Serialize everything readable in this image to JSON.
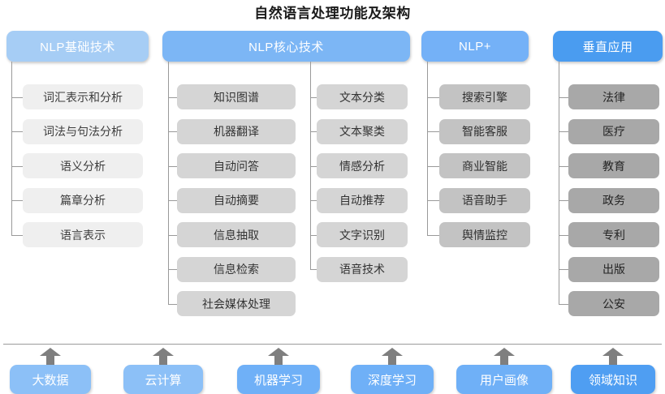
{
  "title": "自然语言处理功能及架构",
  "columns": [
    {
      "id": "nlp-foundation",
      "header": "NLP基础技术",
      "tone": "tone-a",
      "leaf_tone": "g1",
      "items": [
        "词汇表示和分析",
        "词法与句法分析",
        "语义分析",
        "篇章分析",
        "语言表示"
      ]
    },
    {
      "id": "nlp-core-left",
      "header": "NLP核心技术",
      "tone": "tone-b",
      "leaf_tone": "g2",
      "items": [
        "知识图谱",
        "机器翻译",
        "自动问答",
        "自动摘要",
        "信息抽取",
        "信息检索",
        "社会媒体处理"
      ]
    },
    {
      "id": "nlp-core-right",
      "header": "",
      "tone": "tone-b",
      "leaf_tone": "g2",
      "items": [
        "文本分类",
        "文本聚类",
        "情感分析",
        "自动推荐",
        "文字识别",
        "语音技术"
      ]
    },
    {
      "id": "nlp-plus",
      "header": "NLP+",
      "tone": "tone-c",
      "leaf_tone": "g3",
      "items": [
        "搜索引擎",
        "智能客服",
        "商业智能",
        "语音助手",
        "舆情监控"
      ]
    },
    {
      "id": "vertical-application",
      "header": "垂直应用",
      "tone": "tone-d",
      "leaf_tone": "g4",
      "items": [
        "法律",
        "医疗",
        "教育",
        "政务",
        "专利",
        "出版",
        "公安"
      ]
    }
  ],
  "foundation": {
    "items": [
      {
        "label": "大数据",
        "tone": "f-a"
      },
      {
        "label": "云计算",
        "tone": "f-a"
      },
      {
        "label": "机器学习",
        "tone": "f-b"
      },
      {
        "label": "深度学习",
        "tone": "f-b"
      },
      {
        "label": "用户画像",
        "tone": "f-b"
      },
      {
        "label": "领域知识",
        "tone": "f-c"
      }
    ]
  },
  "colors": {
    "title_text": "#1a1a1a",
    "connector": "#9a9a9a",
    "arrow": "#7f7f7f",
    "header_light": "#a6cdf5",
    "header_mid": "#7cb6f5",
    "header_strong": "#4a9cf0",
    "leaf_lightest": "#efefef",
    "leaf_light": "#d5d5d5",
    "leaf_mid": "#c3c3c3",
    "leaf_dark": "#a8a8a8"
  }
}
